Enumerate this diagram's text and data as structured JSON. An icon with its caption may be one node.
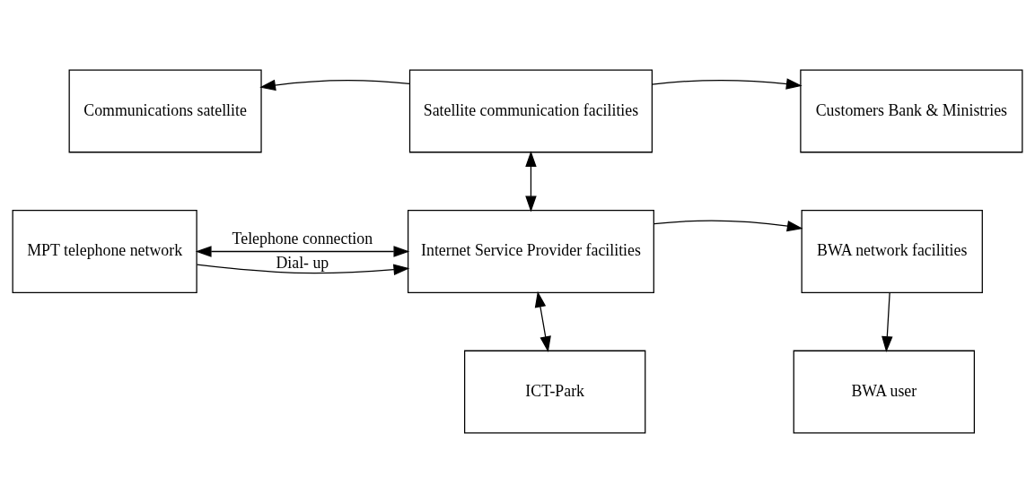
{
  "diagram": {
    "nodes": [
      {
        "text": [
          "Communications satellite"
        ]
      },
      {
        "text": [
          "Satellite communication facilities"
        ]
      },
      {
        "text": [
          "Customers Bank & Ministries"
        ]
      },
      {
        "text": [
          "MPT telephone network"
        ]
      },
      {
        "text": [
          "Internet Service Provider facilities"
        ]
      },
      {
        "text": [
          "BWA network facilities"
        ]
      },
      {
        "text": [
          "ICT-Park"
        ]
      },
      {
        "text": [
          "BWA user"
        ]
      }
    ],
    "edges": [
      {
        "from": 1,
        "to": 0,
        "arrow": "to"
      },
      {
        "from": 1,
        "to": 2,
        "arrow": "to"
      },
      {
        "from": 1,
        "to": 4,
        "arrow": "both"
      },
      {
        "from": 3,
        "to": 4,
        "arrow": "to",
        "label": "Dial- up"
      },
      {
        "from": 3,
        "to": 4,
        "arrow": "both",
        "label": "Telephone connection"
      },
      {
        "from": 4,
        "to": 5,
        "arrow": "to"
      },
      {
        "from": 4,
        "to": 6,
        "arrow": "both"
      },
      {
        "from": 5,
        "to": 7,
        "arrow": "to"
      }
    ]
  }
}
